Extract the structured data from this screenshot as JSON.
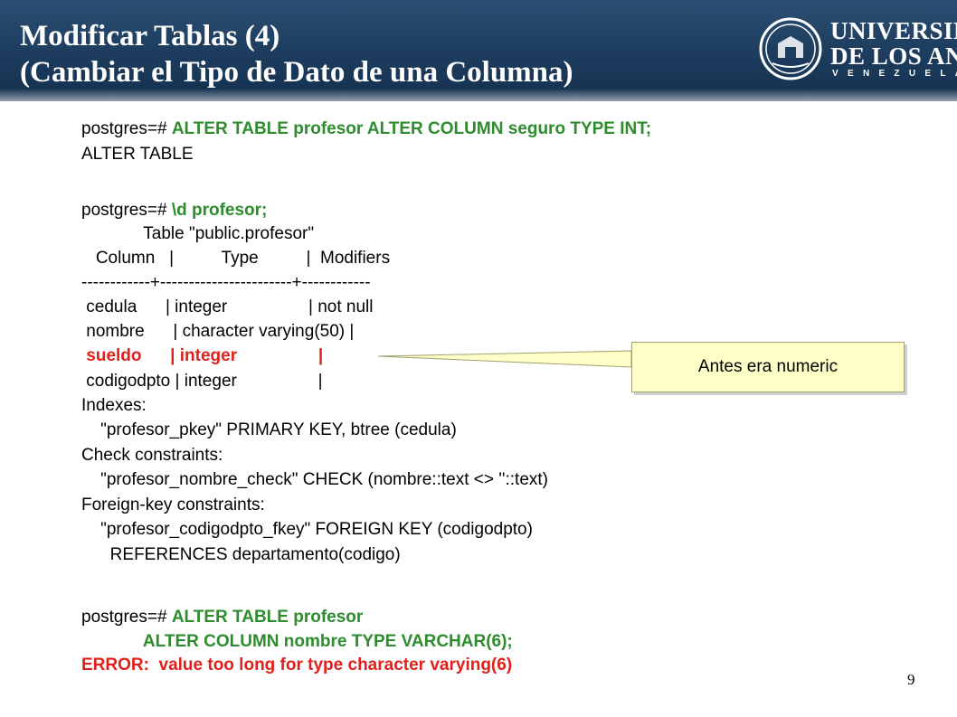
{
  "header": {
    "title_line1": "Modificar Tablas (4)",
    "title_line2": "(Cambiar el Tipo de Dato de una Columna)",
    "logo_name_line1": "UNIVERSIDAD",
    "logo_name_line2": "DE LOS ANDES",
    "logo_sub": "VENEZUELA"
  },
  "block1": {
    "prompt": "postgres=# ",
    "command": "ALTER TABLE profesor ALTER COLUMN seguro TYPE INT;",
    "response": "ALTER TABLE"
  },
  "block2": {
    "prompt": "postgres=# ",
    "command": "\\d profesor;",
    "table_title": "             Table \"public.profesor\"",
    "column_header": "   Column   |          Type          |  Modifiers",
    "separator": "------------+-----------------------+------------",
    "rows": [
      " cedula      | integer                 | not null",
      " nombre      | character varying(50) |",
      " sueldo      | integer                 |",
      " codigodpto | integer                 |"
    ],
    "indexes_label": "Indexes:",
    "index_def": "    \"profesor_pkey\" PRIMARY KEY, btree (cedula)",
    "check_label": "Check constraints:",
    "check_def": "    \"profesor_nombre_check\" CHECK (nombre::text <> ''::text)",
    "fk_label": "Foreign-key constraints:",
    "fk_def1": "    \"profesor_codigodpto_fkey\" FOREIGN KEY (codigodpto)",
    "fk_def2": "      REFERENCES departamento(codigo)"
  },
  "block3": {
    "prompt": "postgres=# ",
    "command_line1": "ALTER TABLE profesor",
    "command_line2": "             ALTER COLUMN nombre TYPE VARCHAR(6);",
    "error": "ERROR:  value too long for type character varying(6)"
  },
  "callout": {
    "text": "Antes era numeric"
  },
  "page_number": "9",
  "colors": {
    "command": "#2e8b2e",
    "highlight": "#e0201a",
    "header": "#1f3f61",
    "callout": "#ffffc8"
  }
}
